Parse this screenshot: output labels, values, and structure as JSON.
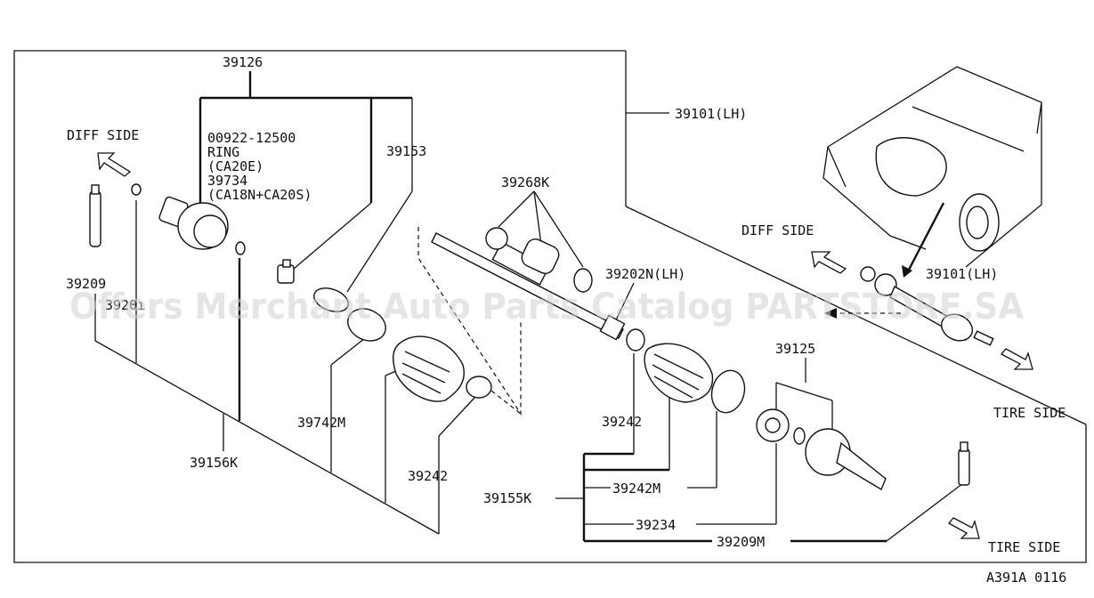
{
  "labels": {
    "main_part": "39126",
    "shaft_lh": "39101(LH)",
    "shaft_lh_2": "39101(LH)",
    "ring_num": "00922-12500",
    "ring_word": "RING",
    "ring_ca20e": "(CA20E)",
    "ring_alt": "39734",
    "ring_ca18": "(CA18N+CA20S)",
    "diff_side_1": "DIFF SIDE",
    "diff_side_2": "DIFF SIDE",
    "tire_side_1": "TIRE SIDE",
    "tire_side_2": "TIRE SIDE",
    "p39153": "39153",
    "p39268k": "39268K",
    "p39202n": "39202N(LH)",
    "p39209": "39209",
    "p392xx": "3920ı",
    "p39742m": "39742M",
    "p39242_a": "39242",
    "p39242_b": "39242",
    "p39156k": "39156K",
    "p39155k": "39155K",
    "p39242m": "39242M",
    "p39234": "39234",
    "p39209m": "39209M",
    "p39125": "39125",
    "ref_code": "A391A 0116"
  },
  "watermark": "Offers Merchant Auto Parts Catalog PARTSTORE.SA"
}
